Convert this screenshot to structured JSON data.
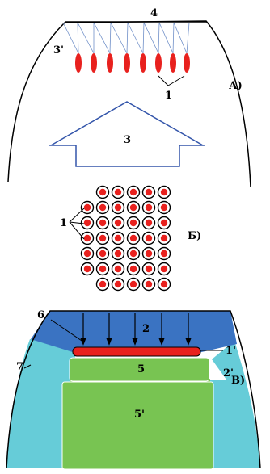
{
  "panel_a": {
    "label_top": "4",
    "label_side": "3'",
    "label_nozzles": "1",
    "label_house": "3",
    "panel_letter": "А)"
  },
  "panel_b": {
    "label_nozzles": "1",
    "panel_letter": "Б)",
    "grid_rows": [
      5,
      6,
      6,
      6,
      6,
      6,
      5
    ]
  },
  "panel_c": {
    "label_top_zone": "6",
    "label_side": "7",
    "label_pressure": "2",
    "label_bar": "1'",
    "label_block_upper": "5",
    "label_side_zone": "2'",
    "label_block_lower": "5'",
    "panel_letter": "В)"
  },
  "colors": {
    "nozzle_red": "#e8211e",
    "pressure_blue": "#3a73c2",
    "side_cyan": "#66ccd8",
    "block_green": "#78c452",
    "outline_blue": "#3355aa"
  }
}
